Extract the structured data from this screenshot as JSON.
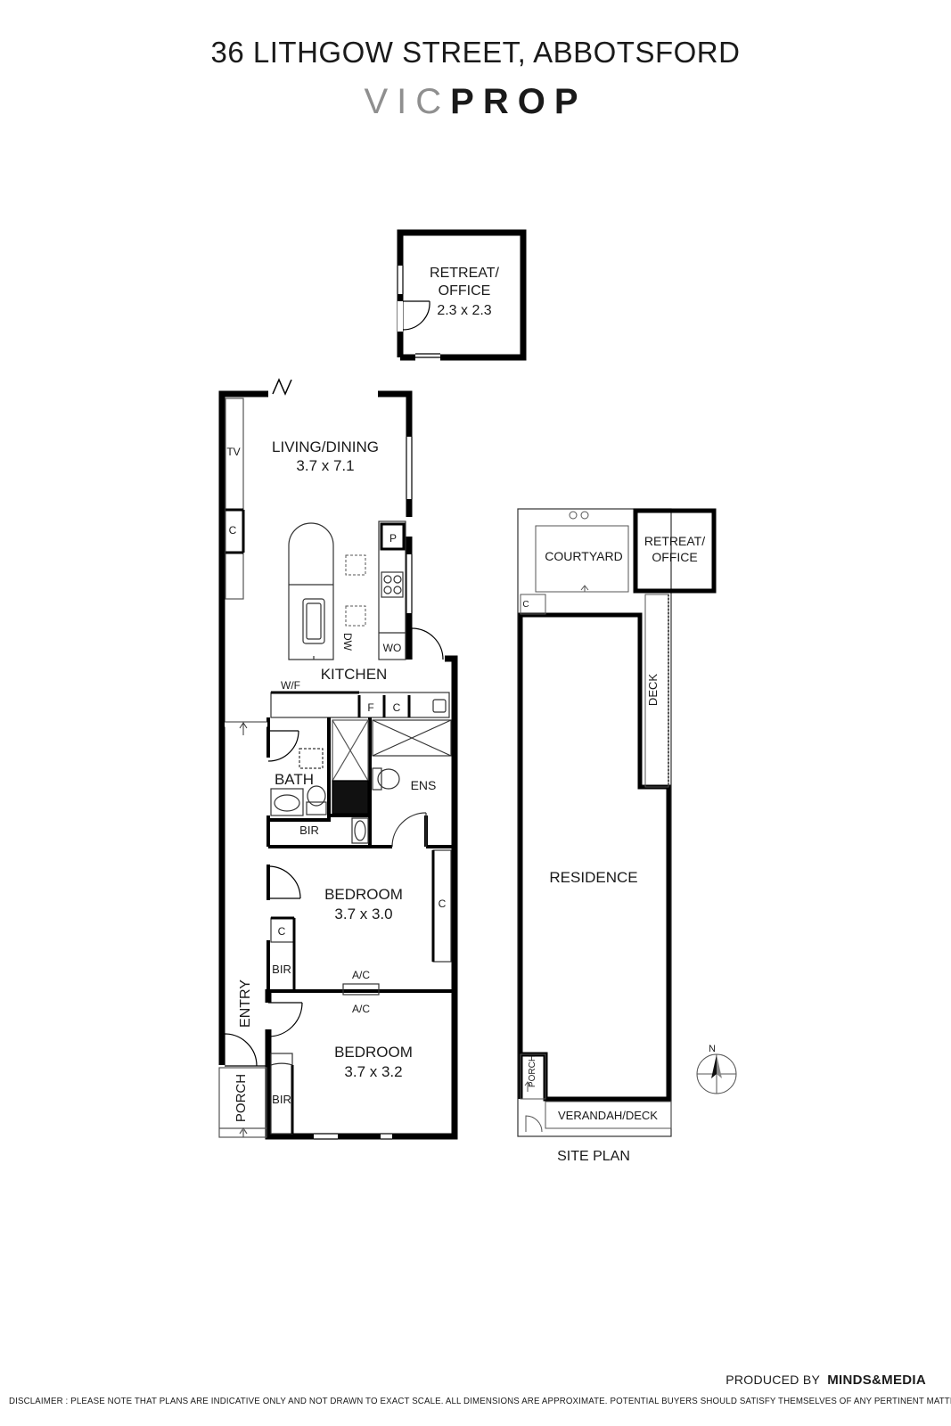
{
  "header": {
    "address": "36 LITHGOW STREET, ABBOTSFORD",
    "brand_light": "VIC",
    "brand_bold": "PROP"
  },
  "floorplan": {
    "retreat": {
      "name": "RETREAT/",
      "name2": "OFFICE",
      "size": "2.3 x 2.3"
    },
    "living": {
      "name": "LIVING/DINING",
      "size": "3.7 x 7.1"
    },
    "kitchen": "KITCHEN",
    "bath": "BATH",
    "ens": "ENS",
    "bed1": {
      "name": "BEDROOM",
      "size": "3.7 x 3.0"
    },
    "bed2": {
      "name": "BEDROOM",
      "size": "3.7 x 3.2"
    },
    "entry": "ENTRY",
    "porch": "PORCH",
    "fixtures": {
      "tv": "TV",
      "c": "C",
      "p": "P",
      "dw": "DW",
      "wo": "WO",
      "wf": "W/F",
      "f": "F",
      "bir": "BIR",
      "ac": "A/C"
    }
  },
  "siteplan": {
    "title": "SITE PLAN",
    "courtyard": "COURTYARD",
    "retreat": "RETREAT/",
    "retreat2": "OFFICE",
    "deck": "DECK",
    "residence": "RESIDENCE",
    "porch": "PORCH",
    "verandah": "VERANDAH/DECK",
    "c": "C",
    "compass": "N"
  },
  "footer": {
    "produced_by": "PRODUCED BY",
    "producer": "MINDS&MEDIA",
    "disclaimer": "DISCLAIMER : PLEASE NOTE THAT PLANS ARE INDICATIVE ONLY AND NOT DRAWN TO EXACT SCALE. ALL DIMENSIONS ARE APPROXIMATE. POTENTIAL BUYERS SHOULD SATISFY THEMSELVES OF ANY PERTINENT MATTERS."
  }
}
